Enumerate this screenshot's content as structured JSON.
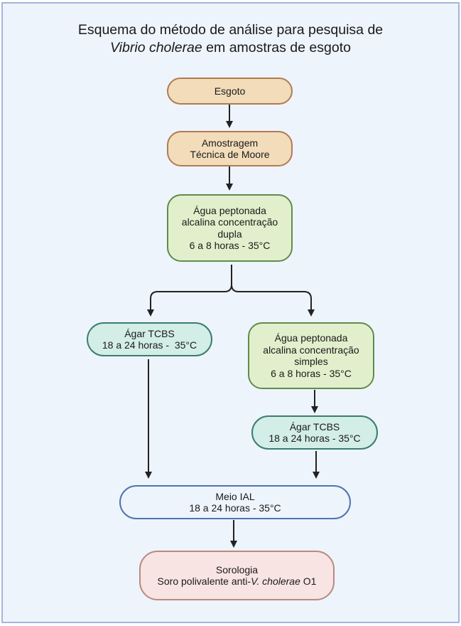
{
  "title": {
    "line1": "Esquema do método de análise para pesquisa de",
    "line2_italic": "Vibrio cholerae",
    "line2_rest": " em amostras de esgoto"
  },
  "nodes": {
    "esgoto": {
      "lines": [
        "Esgoto"
      ]
    },
    "amostragem": {
      "lines": [
        "Amostragem",
        "Técnica de Moore"
      ]
    },
    "agua_dupla": {
      "lines": [
        "Água peptonada",
        "alcalina concentração",
        "dupla",
        "6 a 8 horas - 35°C"
      ]
    },
    "agar_left": {
      "lines": [
        "Ágar TCBS",
        "18 a 24 horas -  35°C"
      ]
    },
    "agua_simples": {
      "lines": [
        "Água peptonada",
        "alcalina concentração",
        "simples",
        "6 a 8 horas - 35°C"
      ]
    },
    "agar_right": {
      "lines": [
        "Ágar TCBS",
        "18 a 24 horas - 35°C"
      ]
    },
    "meio_ial": {
      "lines": [
        "Meio IAL",
        "18 a 24 horas - 35°C"
      ]
    },
    "sorologia": {
      "line1": "Sorologia",
      "line2_prefix": "Soro polivalente anti-",
      "line2_italic": "V. cholerae",
      "line2_suffix": " O1"
    }
  },
  "colors": {
    "background": "#eef4fc",
    "frame_border": "#a3b5dc",
    "tan_fill": "#f2dcba",
    "green_fill": "#e2efcc",
    "teal_fill": "#d3ede7",
    "pink_fill": "#f8e4e2",
    "arrow": "#222222"
  }
}
